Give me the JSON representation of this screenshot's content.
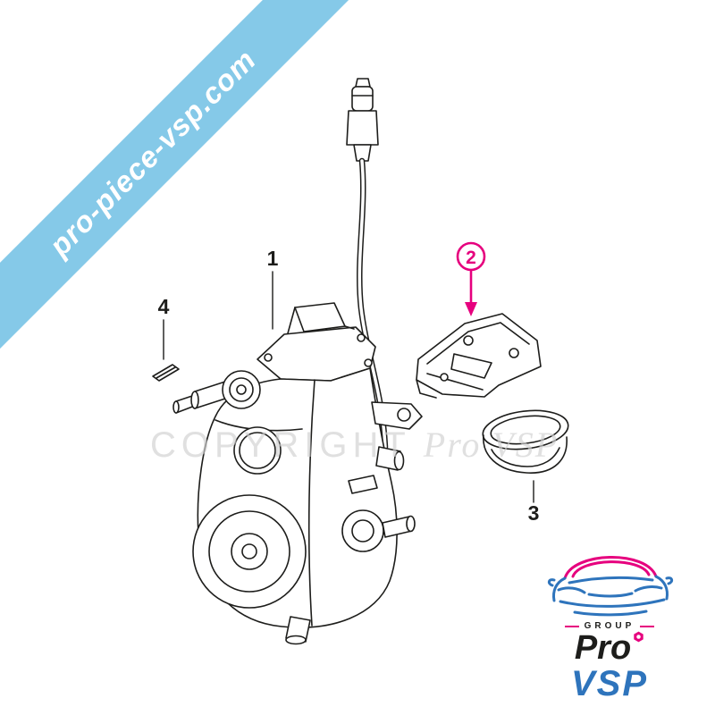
{
  "banner": {
    "text": "pro-piece-vsp.com",
    "background_color": "#85c9e8",
    "text_color": "#ffffff"
  },
  "watermark": {
    "copyright": "COPYRIGHT",
    "brand": "Pro VSP",
    "color": "#d0d0d0"
  },
  "diagram": {
    "part1_label": "1",
    "part2_label": "2",
    "part3_label": "3",
    "part4_label": "4",
    "highlight_color": "#e6007e",
    "line_color": "#1d1d1b"
  },
  "logo": {
    "group_label": "GROUP",
    "brand_top": "Pro",
    "brand_bottom": "VSP",
    "pro_color": "#1d1d1b",
    "vsp_color": "#2e74bc",
    "accent_color": "#e6007e"
  },
  "icons": {
    "logo_car": "car-front-sketch-icon",
    "logo_nut": "hex-nut-icon"
  }
}
